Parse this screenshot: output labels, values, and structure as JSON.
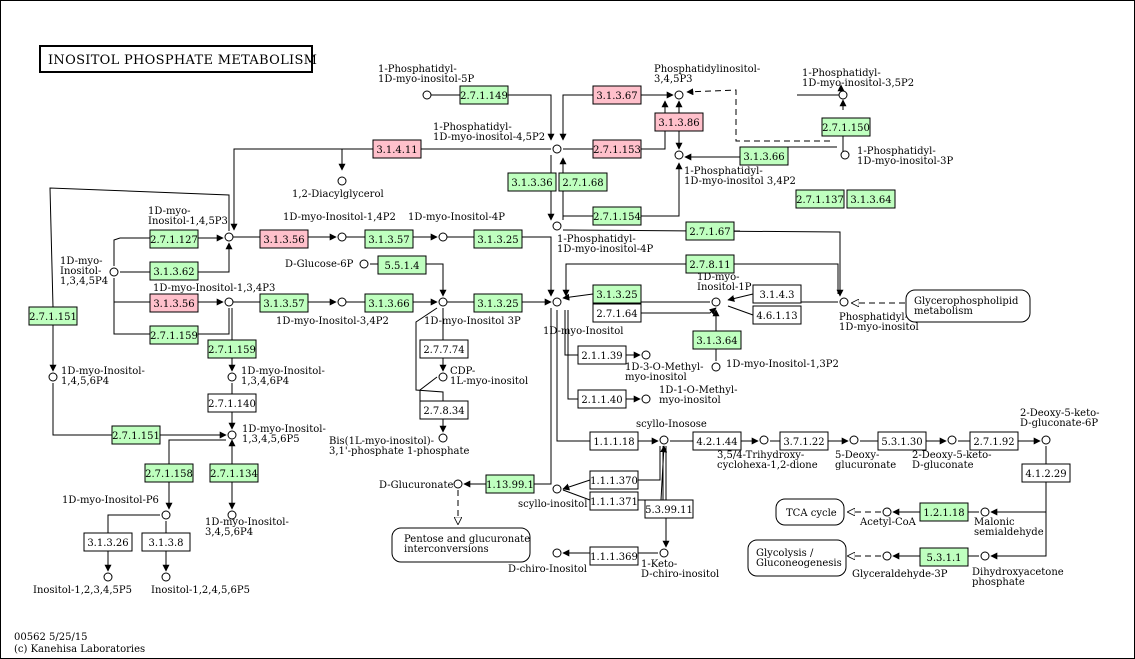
{
  "title": "INOSITOL PHOSPHATE METABOLISM",
  "footer": {
    "map_id": "00562 5/25/15",
    "copyright": "(c) Kanehisa Laboratories"
  },
  "colors": {
    "organism_enzyme": "#bfffbf",
    "highlighted_enzyme": "#ffc0cb",
    "no_enzyme": "#ffffff",
    "stroke": "#000000"
  },
  "compounds": [
    {
      "label": "1-Phosphatidyl-\n1D-myo-inositol-5P"
    },
    {
      "label": "Phosphatidylinositol-\n3,4,5P3"
    },
    {
      "label": "1-Phosphatidyl-\n1D-myo-inositol-3,5P2"
    },
    {
      "label": "1-Phosphatidyl-\n1D-myo-inositol-4,5P2"
    },
    {
      "label": "1-Phosphatidyl-\n1D-myo-inositol-3P"
    },
    {
      "label": "1-Phosphatidyl-\n1D-myo-inositol 3,4P2"
    },
    {
      "label": "1,2-Diacylglycerol"
    },
    {
      "label": "1D-myo-\nInositol-1,4,5P3"
    },
    {
      "label": "1D-myo-Inositol-1,4P2"
    },
    {
      "label": "1D-myo-Inositol-4P"
    },
    {
      "label": "1-Phosphatidyl-\n1D-myo-inositol-4P"
    },
    {
      "label": "1D-myo-\nInositol-\n1,3,4,5P4"
    },
    {
      "label": "D-Glucose-6P"
    },
    {
      "label": "1D-myo-Inositol-1,3,4P3"
    },
    {
      "label": "1D-myo-Inositol-3,4P2"
    },
    {
      "label": "1D-myo-Inositol 3P"
    },
    {
      "label": "1D-myo-Inositol"
    },
    {
      "label": "1D-myo-\nInositol-1P"
    },
    {
      "label": "Phosphatidyl-\n1D-myo-inositol"
    },
    {
      "label": "1D-myo-Inositol-\n1,3,4,6P4"
    },
    {
      "label": "1D-myo-Inositol-\n1,4,5,6P4"
    },
    {
      "label": "CDP-\n1L-myo-inositol"
    },
    {
      "label": "1D-3-O-Methyl-\nmyo-inositol"
    },
    {
      "label": "1D-myo-Inositol-1,3P2"
    },
    {
      "label": "1D-1-O-Methyl-\nmyo-inositol"
    },
    {
      "label": "1D-myo-Inositol-\n1,3,4,5,6P5"
    },
    {
      "label": "Bis(1L-myo-inositol)-\n3,1'-phosphate 1-phosphate"
    },
    {
      "label": "scyllo-Inosose"
    },
    {
      "label": "3,5/4-Trihydroxy-\ncyclohexa-1,2-dione"
    },
    {
      "label": "5-Deoxy-\nglucuronate"
    },
    {
      "label": "2-Deoxy-5-keto-\nD-gluconate"
    },
    {
      "label": "2-Deoxy-5-keto-\nD-gluconate-6P"
    },
    {
      "label": "D-Glucuronate"
    },
    {
      "label": "scyllo-inositol"
    },
    {
      "label": "1D-myo-Inositol-P6"
    },
    {
      "label": "1D-myo-Inositol-\n3,4,5,6P4"
    },
    {
      "label": "Acetyl-CoA"
    },
    {
      "label": "Malonic\nsemialdehyde"
    },
    {
      "label": "Glyceraldehyde-3P"
    },
    {
      "label": "Dihydroxyacetone\nphosphate"
    },
    {
      "label": "1-Keto-\nD-chiro-inositol"
    },
    {
      "label": "D-chiro-Inositol"
    },
    {
      "label": "Inositol-1,2,3,4,5P5"
    },
    {
      "label": "Inositol-1,2,4,5,6P5"
    }
  ],
  "enzymes": [
    {
      "label": "2.7.1.149"
    },
    {
      "label": "3.1.3.67"
    },
    {
      "label": "3.1.3.86"
    },
    {
      "label": "2.7.1.150"
    },
    {
      "label": "3.1.4.11"
    },
    {
      "label": "2.7.1.153"
    },
    {
      "label": "3.1.3.66"
    },
    {
      "label": "3.1.3.36"
    },
    {
      "label": "2.7.1.68"
    },
    {
      "label": "2.7.1.137"
    },
    {
      "label": "3.1.3.64"
    },
    {
      "label": "2.7.1.154"
    },
    {
      "label": "2.7.1.127"
    },
    {
      "label": "3.1.3.56"
    },
    {
      "label": "3.1.3.57"
    },
    {
      "label": "3.1.3.25"
    },
    {
      "label": "2.7.1.67"
    },
    {
      "label": "3.1.3.62"
    },
    {
      "label": "5.5.1.4"
    },
    {
      "label": "2.7.8.11"
    },
    {
      "label": "3.1.3.56"
    },
    {
      "label": "3.1.3.57"
    },
    {
      "label": "3.1.3.66"
    },
    {
      "label": "3.1.3.25"
    },
    {
      "label": "3.1.3.25"
    },
    {
      "label": "3.1.4.3"
    },
    {
      "label": "2.7.1.151"
    },
    {
      "label": "2.7.1.64"
    },
    {
      "label": "4.6.1.13"
    },
    {
      "label": "2.7.1.159"
    },
    {
      "label": "2.7.1.159"
    },
    {
      "label": "3.1.3.64"
    },
    {
      "label": "2.7.7.74"
    },
    {
      "label": "2.1.1.39"
    },
    {
      "label": "2.7.1.140"
    },
    {
      "label": "2.7.8.34"
    },
    {
      "label": "2.1.1.40"
    },
    {
      "label": "2.7.1.151"
    },
    {
      "label": "1.1.1.18"
    },
    {
      "label": "4.2.1.44"
    },
    {
      "label": "3.7.1.22"
    },
    {
      "label": "5.3.1.30"
    },
    {
      "label": "2.7.1.92"
    },
    {
      "label": "2.7.1.158"
    },
    {
      "label": "2.7.1.134"
    },
    {
      "label": "1.13.99.1"
    },
    {
      "label": "1.1.1.370"
    },
    {
      "label": "4.1.2.29"
    },
    {
      "label": "1.1.1.371"
    },
    {
      "label": "5.3.99.11"
    },
    {
      "label": "1.2.1.18"
    },
    {
      "label": "3.1.3.26"
    },
    {
      "label": "3.1.3.8"
    },
    {
      "label": "1.1.1.369"
    },
    {
      "label": "5.3.1.1"
    }
  ],
  "maps": [
    {
      "label": "Glycerophospholipid\nmetabolism"
    },
    {
      "label": "Pentose and glucuronate\ninterconversions"
    },
    {
      "label": "TCA cycle"
    },
    {
      "label": "Glycolysis /\nGluconeogenesis"
    }
  ]
}
